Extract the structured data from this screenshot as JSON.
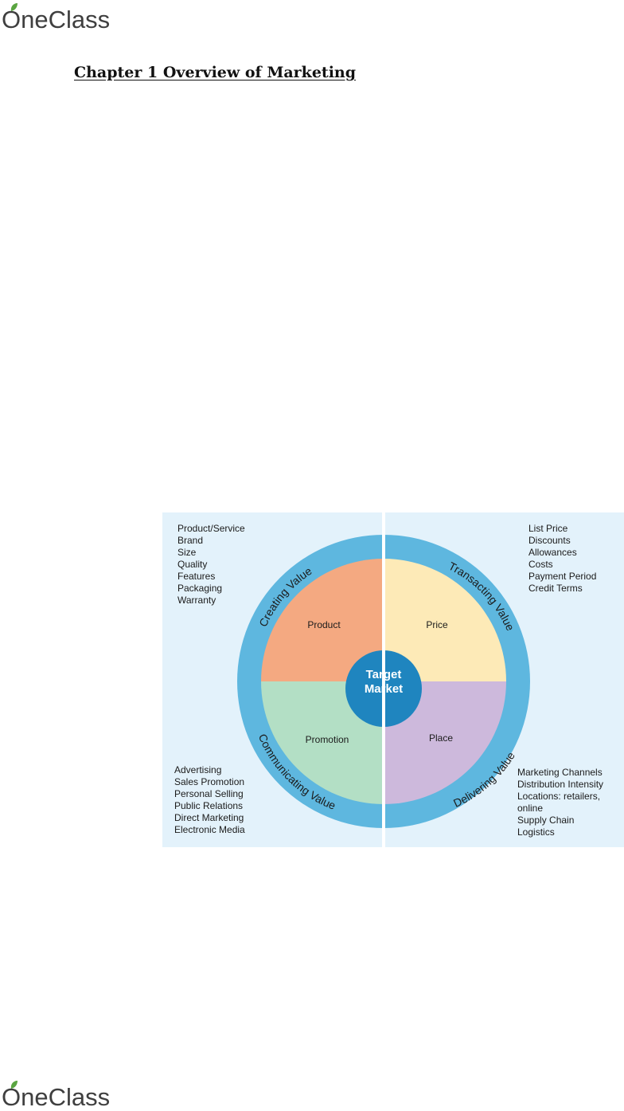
{
  "brand": {
    "logo_text": "OneClass",
    "logo_color": "#3f3f3f",
    "leaf_color": "#5aa541"
  },
  "document": {
    "title": "Chapter 1 Overview of Marketing"
  },
  "figure": {
    "colors": {
      "background": "#e3f2fb",
      "ring": "#5eb7df",
      "product": "#f4a981",
      "price": "#fdeab7",
      "promotion": "#b3dfc5",
      "place": "#cdb9dc",
      "center": "#1f85bf"
    },
    "center": {
      "line1": "Target",
      "line2": "Market"
    },
    "quadrants": {
      "product": "Product",
      "price": "Price",
      "promotion": "Promotion",
      "place": "Place"
    },
    "ring_labels": {
      "creating": "Creating Value",
      "transacting": "Transacting Value",
      "communicating": "Communicating Value",
      "delivering": "Delivering Value"
    },
    "lists": {
      "product": [
        "Product/Service",
        "Brand",
        "Size",
        "Quality",
        "Features",
        "Packaging",
        "Warranty"
      ],
      "price": [
        "List Price",
        "Discounts",
        "Allowances",
        "Costs",
        "Payment Period",
        "Credit Terms"
      ],
      "promotion": [
        "Advertising",
        "Sales Promotion",
        "Personal Selling",
        "Public Relations",
        "Direct Marketing",
        "Electronic Media"
      ],
      "place": [
        "Marketing Channels",
        "Distribution Intensity",
        "Locations: retailers,",
        " online",
        "Supply Chain",
        "Logistics"
      ]
    }
  }
}
